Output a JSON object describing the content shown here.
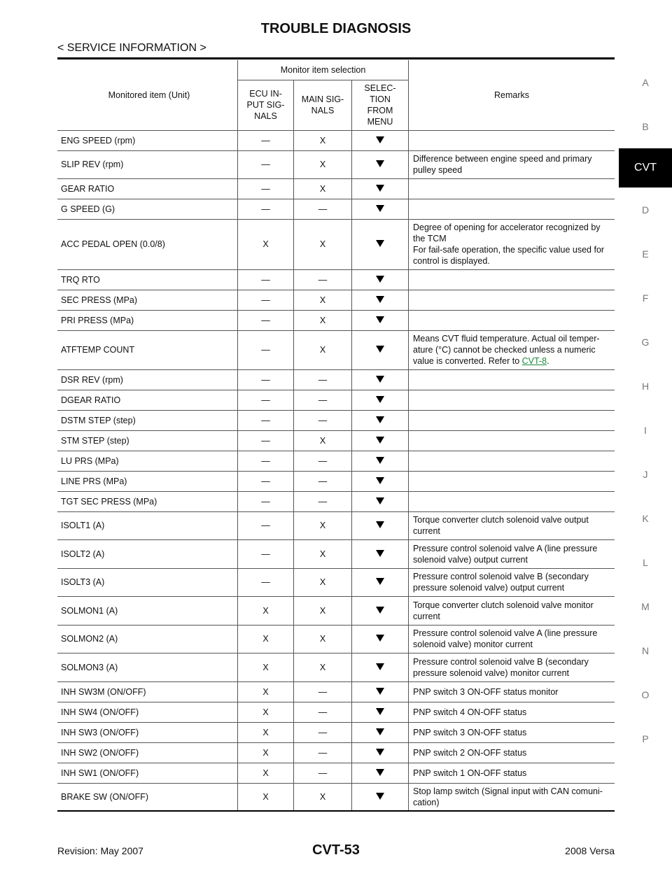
{
  "header": {
    "title": "TROUBLE DIAGNOSIS",
    "section": "< SERVICE INFORMATION >"
  },
  "side_tabs": [
    "A",
    "B",
    "CVT",
    "D",
    "E",
    "F",
    "G",
    "H",
    "I",
    "J",
    "K",
    "L",
    "M",
    "N",
    "O",
    "P"
  ],
  "side_tab_active": "CVT",
  "table": {
    "headers": {
      "item": "Monitored item (Unit)",
      "group": "Monitor item selection",
      "ecu": "ECU IN-\nPUT SIG-\nNALS",
      "main": "MAIN SIG-\nNALS",
      "sel": "SELEC-\nTION\nFROM\nMENU",
      "remarks": "Remarks"
    },
    "rows": [
      {
        "item": "ENG SPEED (rpm)",
        "ecu": "—",
        "main": "X",
        "remarks": ""
      },
      {
        "item": "SLIP REV (rpm)",
        "ecu": "—",
        "main": "X",
        "remarks": "Difference between engine speed and primary pulley speed"
      },
      {
        "item": "GEAR RATIO",
        "ecu": "—",
        "main": "X",
        "remarks": ""
      },
      {
        "item": "G SPEED (G)",
        "ecu": "—",
        "main": "—",
        "remarks": ""
      },
      {
        "item": "ACC PEDAL OPEN (0.0/8)",
        "ecu": "X",
        "main": "X",
        "remarks": "Degree of opening for accelerator recognized by the TCM\nFor fail-safe operation, the specific value used for control is displayed."
      },
      {
        "item": "TRQ RTO",
        "ecu": "—",
        "main": "—",
        "remarks": ""
      },
      {
        "item": "SEC PRESS (MPa)",
        "ecu": "—",
        "main": "X",
        "remarks": ""
      },
      {
        "item": "PRI PRESS (MPa)",
        "ecu": "—",
        "main": "X",
        "remarks": ""
      },
      {
        "item": "ATFTEMP COUNT",
        "ecu": "—",
        "main": "X",
        "remarks": "Means CVT fluid temperature. Actual oil temper-ature (°C) cannot be checked unless a numeric value is converted. Refer to ",
        "link": "CVT-8",
        "remarks_tail": "."
      },
      {
        "item": "DSR REV (rpm)",
        "ecu": "—",
        "main": "—",
        "remarks": ""
      },
      {
        "item": "DGEAR RATIO",
        "ecu": "—",
        "main": "—",
        "remarks": ""
      },
      {
        "item": "DSTM STEP (step)",
        "ecu": "—",
        "main": "—",
        "remarks": ""
      },
      {
        "item": "STM STEP (step)",
        "ecu": "—",
        "main": "X",
        "remarks": ""
      },
      {
        "item": "LU PRS (MPa)",
        "ecu": "—",
        "main": "—",
        "remarks": ""
      },
      {
        "item": "LINE PRS (MPa)",
        "ecu": "—",
        "main": "—",
        "remarks": ""
      },
      {
        "item": "TGT SEC PRESS (MPa)",
        "ecu": "—",
        "main": "—",
        "remarks": ""
      },
      {
        "item": "ISOLT1 (A)",
        "ecu": "—",
        "main": "X",
        "remarks": "Torque converter clutch solenoid valve output current"
      },
      {
        "item": "ISOLT2 (A)",
        "ecu": "—",
        "main": "X",
        "remarks": "Pressure control solenoid valve A (line pressure solenoid valve) output current"
      },
      {
        "item": "ISOLT3 (A)",
        "ecu": "—",
        "main": "X",
        "remarks": "Pressure control solenoid valve B (secondary pressure solenoid valve) output current"
      },
      {
        "item": "SOLMON1 (A)",
        "ecu": "X",
        "main": "X",
        "remarks": "Torque converter clutch solenoid valve monitor current"
      },
      {
        "item": "SOLMON2 (A)",
        "ecu": "X",
        "main": "X",
        "remarks": "Pressure control solenoid valve A (line pressure solenoid valve) monitor current"
      },
      {
        "item": "SOLMON3 (A)",
        "ecu": "X",
        "main": "X",
        "remarks": "Pressure control solenoid valve B (secondary pressure solenoid valve) monitor current"
      },
      {
        "item": "INH SW3M (ON/OFF)",
        "ecu": "X",
        "main": "—",
        "remarks": "PNP switch 3 ON-OFF status monitor"
      },
      {
        "item": "INH SW4 (ON/OFF)",
        "ecu": "X",
        "main": "—",
        "remarks": "PNP switch 4 ON-OFF status"
      },
      {
        "item": "INH SW3 (ON/OFF)",
        "ecu": "X",
        "main": "—",
        "remarks": "PNP switch 3 ON-OFF status"
      },
      {
        "item": "INH SW2 (ON/OFF)",
        "ecu": "X",
        "main": "—",
        "remarks": "PNP switch 2 ON-OFF status"
      },
      {
        "item": "INH SW1 (ON/OFF)",
        "ecu": "X",
        "main": "—",
        "remarks": "PNP switch 1 ON-OFF status"
      },
      {
        "item": "BRAKE SW (ON/OFF)",
        "ecu": "X",
        "main": "X",
        "remarks": "Stop lamp switch (Signal input with CAN comuni-cation)"
      }
    ]
  },
  "footer": {
    "revision": "Revision: May 2007",
    "page": "CVT-53",
    "model": "2008 Versa"
  }
}
